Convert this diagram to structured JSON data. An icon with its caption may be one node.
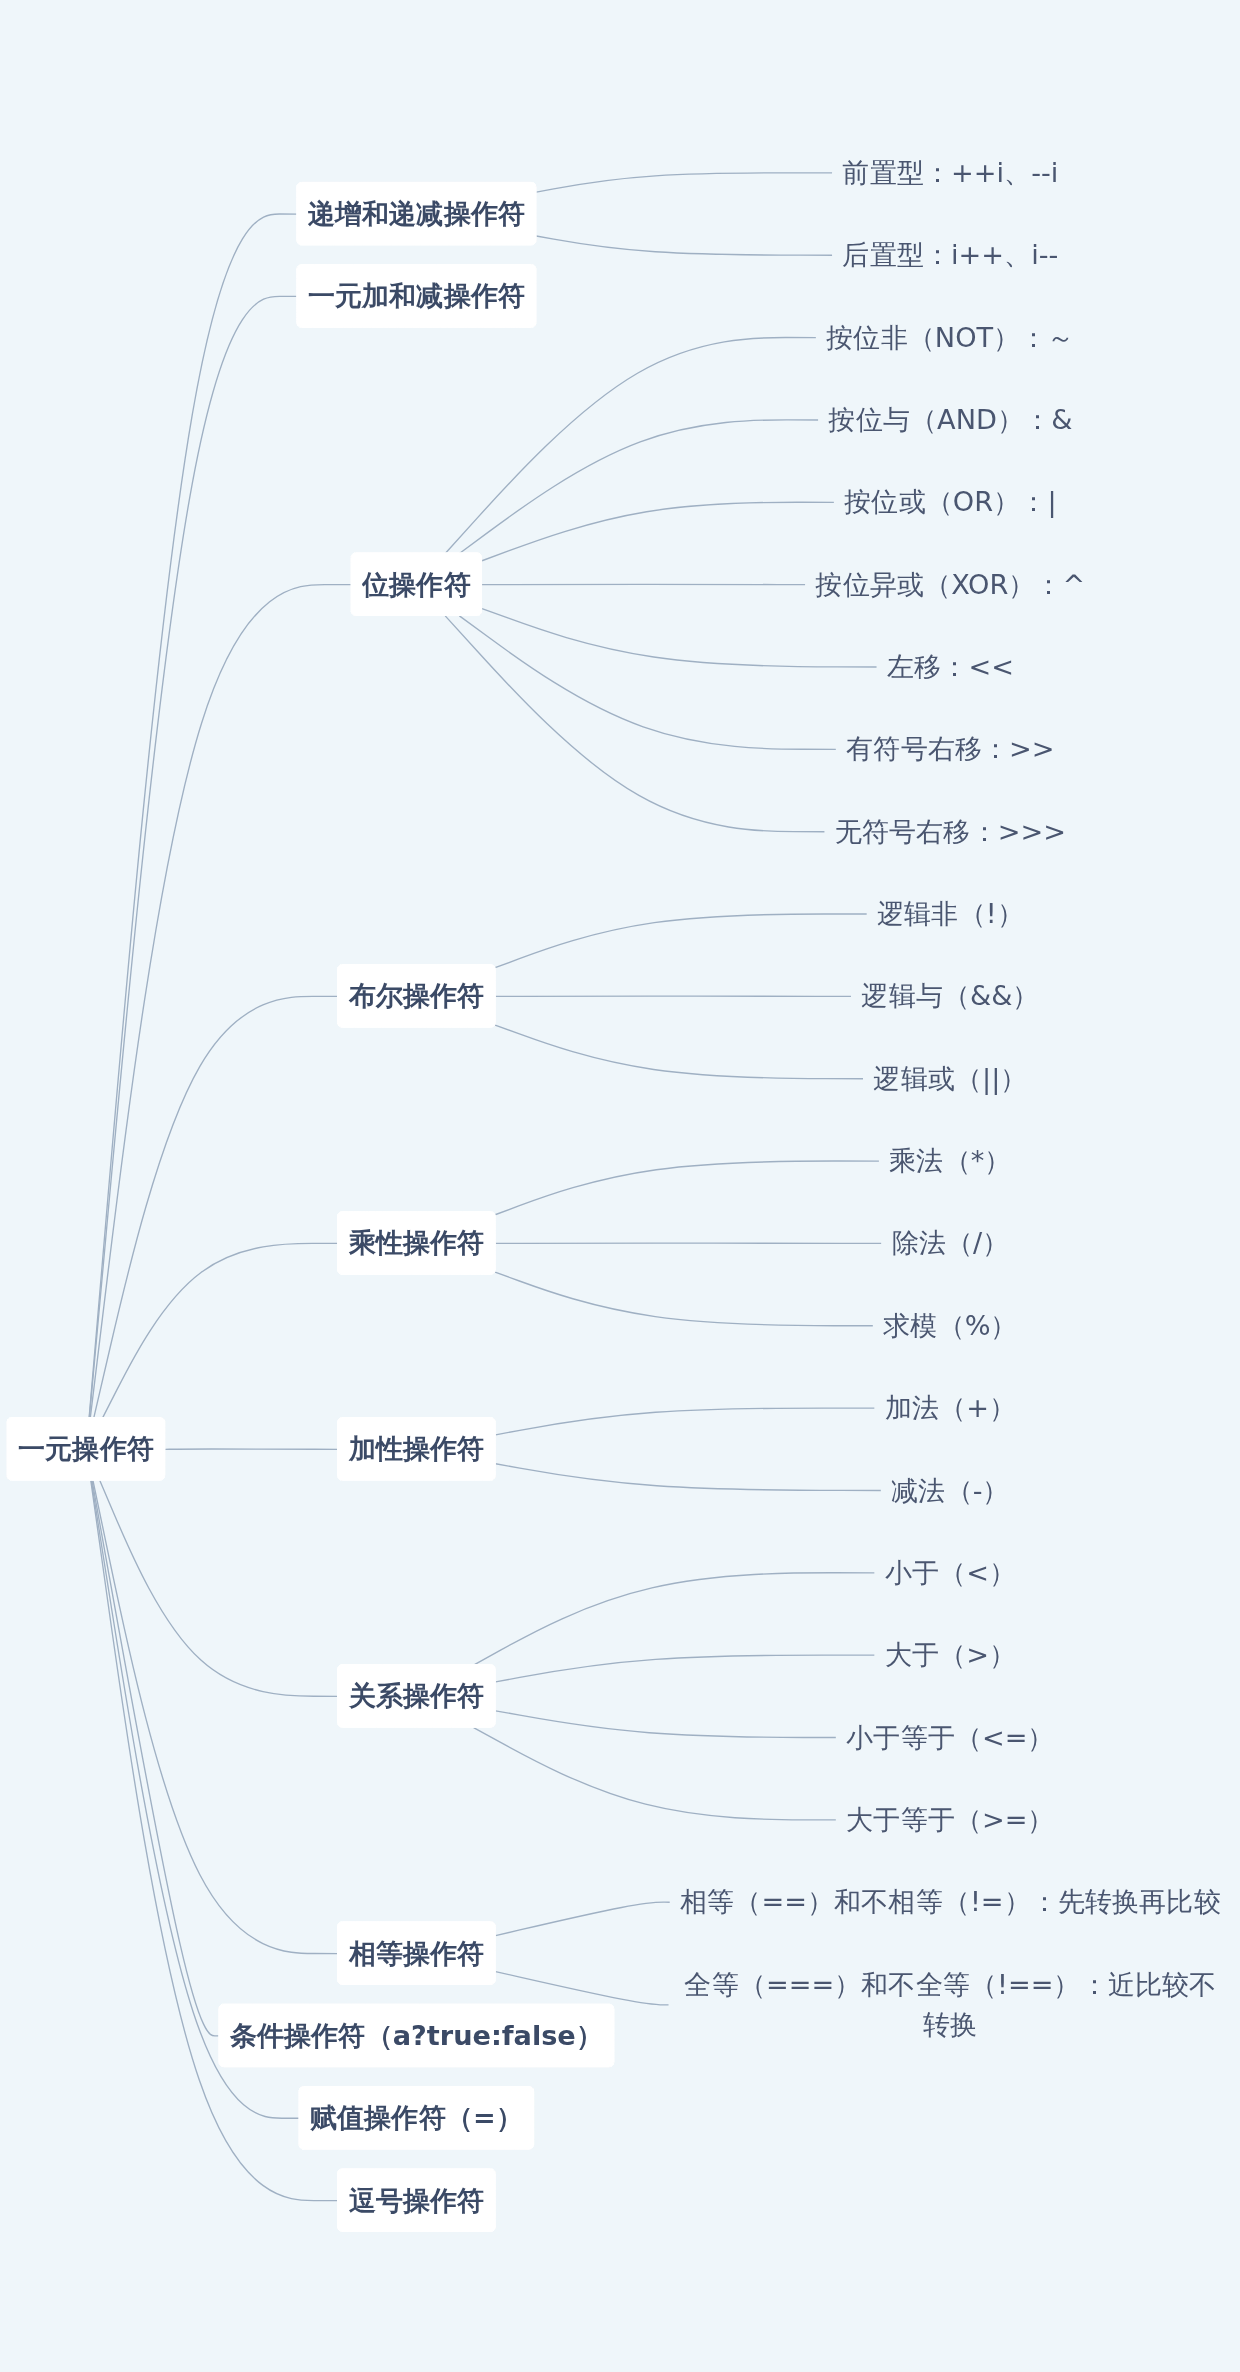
{
  "diagram": {
    "nodes": [
      {
        "text": [
          "一元操作符"
        ]
      },
      {
        "text": [
          "递增和递减操作符"
        ]
      },
      {
        "text": [
          "前置型：++i、--i"
        ]
      },
      {
        "text": [
          "后置型：i++、i--"
        ]
      },
      {
        "text": [
          "一元加和减操作符"
        ]
      },
      {
        "text": [
          "位操作符"
        ]
      },
      {
        "text": [
          "按位非（NOT）：～"
        ]
      },
      {
        "text": [
          "按位与（AND）：&"
        ]
      },
      {
        "text": [
          "按位或（OR）：|"
        ]
      },
      {
        "text": [
          "按位异或（XOR）：^"
        ]
      },
      {
        "text": [
          "左移：<<"
        ]
      },
      {
        "text": [
          "有符号右移：>>"
        ]
      },
      {
        "text": [
          "无符号右移：>>>"
        ]
      },
      {
        "text": [
          "布尔操作符"
        ]
      },
      {
        "text": [
          "逻辑非（!）"
        ]
      },
      {
        "text": [
          "逻辑与（&&）"
        ]
      },
      {
        "text": [
          "逻辑或（||）"
        ]
      },
      {
        "text": [
          "乘性操作符"
        ]
      },
      {
        "text": [
          "乘法（*）"
        ]
      },
      {
        "text": [
          "除法（/）"
        ]
      },
      {
        "text": [
          "求模（%）"
        ]
      },
      {
        "text": [
          "加性操作符"
        ]
      },
      {
        "text": [
          "加法（+）"
        ]
      },
      {
        "text": [
          "减法（-）"
        ]
      },
      {
        "text": [
          "关系操作符"
        ]
      },
      {
        "text": [
          "小于（<）"
        ]
      },
      {
        "text": [
          "大于（>）"
        ]
      },
      {
        "text": [
          "小于等于（<=）"
        ]
      },
      {
        "text": [
          "大于等于（>=）"
        ]
      },
      {
        "text": [
          "相等操作符"
        ]
      },
      {
        "text": [
          "相等（==）和不相等（!=）：先转换再比较"
        ]
      },
      {
        "text": [
          "全等（===）和不全等（!==）：近比较不转换"
        ]
      },
      {
        "text": [
          "条件操作符（a?true:false）"
        ]
      },
      {
        "text": [
          "赋值操作符（=）"
        ]
      },
      {
        "text": [
          "逗号操作符"
        ]
      }
    ],
    "edges": [
      {
        "from": 0,
        "to": 1,
        "arrow": "none"
      },
      {
        "from": 1,
        "to": 2,
        "arrow": "none"
      },
      {
        "from": 1,
        "to": 3,
        "arrow": "none"
      },
      {
        "from": 0,
        "to": 4,
        "arrow": "none"
      },
      {
        "from": 0,
        "to": 5,
        "arrow": "none"
      },
      {
        "from": 5,
        "to": 6,
        "arrow": "none"
      },
      {
        "from": 5,
        "to": 7,
        "arrow": "none"
      },
      {
        "from": 5,
        "to": 8,
        "arrow": "none"
      },
      {
        "from": 5,
        "to": 9,
        "arrow": "none"
      },
      {
        "from": 5,
        "to": 10,
        "arrow": "none"
      },
      {
        "from": 5,
        "to": 11,
        "arrow": "none"
      },
      {
        "from": 5,
        "to": 12,
        "arrow": "none"
      },
      {
        "from": 0,
        "to": 13,
        "arrow": "none"
      },
      {
        "from": 13,
        "to": 14,
        "arrow": "none"
      },
      {
        "from": 13,
        "to": 15,
        "arrow": "none"
      },
      {
        "from": 13,
        "to": 16,
        "arrow": "none"
      },
      {
        "from": 0,
        "to": 17,
        "arrow": "none"
      },
      {
        "from": 17,
        "to": 18,
        "arrow": "none"
      },
      {
        "from": 17,
        "to": 19,
        "arrow": "none"
      },
      {
        "from": 17,
        "to": 20,
        "arrow": "none"
      },
      {
        "from": 0,
        "to": 21,
        "arrow": "none"
      },
      {
        "from": 21,
        "to": 22,
        "arrow": "none"
      },
      {
        "from": 21,
        "to": 23,
        "arrow": "none"
      },
      {
        "from": 0,
        "to": 24,
        "arrow": "none"
      },
      {
        "from": 24,
        "to": 25,
        "arrow": "none"
      },
      {
        "from": 24,
        "to": 26,
        "arrow": "none"
      },
      {
        "from": 24,
        "to": 27,
        "arrow": "none"
      },
      {
        "from": 24,
        "to": 28,
        "arrow": "none"
      },
      {
        "from": 0,
        "to": 29,
        "arrow": "none"
      },
      {
        "from": 29,
        "to": 30,
        "arrow": "none"
      },
      {
        "from": 29,
        "to": 31,
        "arrow": "none"
      },
      {
        "from": 0,
        "to": 32,
        "arrow": "none"
      },
      {
        "from": 0,
        "to": 33,
        "arrow": "none"
      },
      {
        "from": 0,
        "to": 34,
        "arrow": "none"
      }
    ]
  }
}
